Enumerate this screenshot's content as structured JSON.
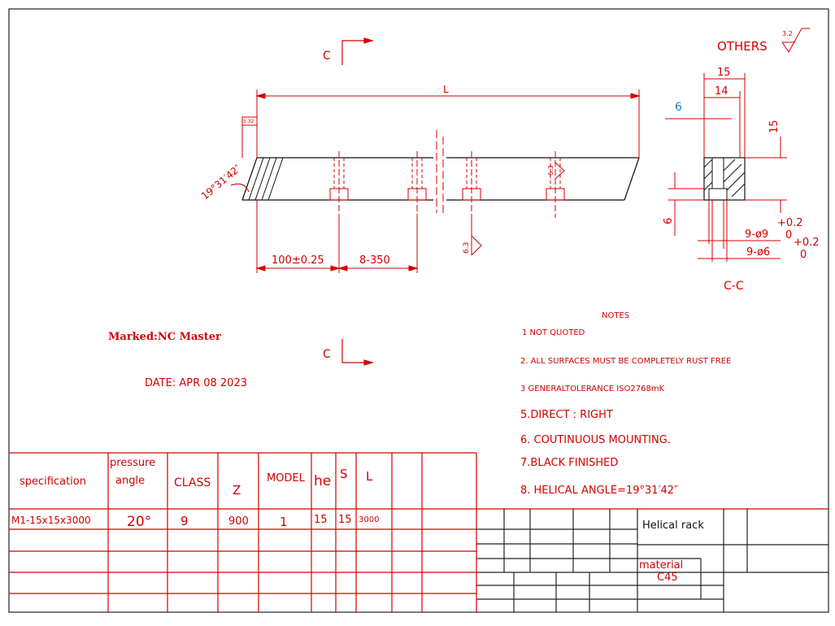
{
  "colors": {
    "red": "#d40000",
    "black": "#111111",
    "blue": "#1f7fbf"
  },
  "section_marks": {
    "top": "C",
    "bottom": "C"
  },
  "finish": {
    "others": "OTHERS",
    "others_roughness": "3.2",
    "face_roughness": "5.32",
    "end_roughness": "6.3",
    "body_roughness": "6.3"
  },
  "angle_label": "19°31′42″",
  "dimensions": {
    "length": "L",
    "pitch_first": "100±0.25",
    "pitch_count": "8-350",
    "sec_width_outer": "15",
    "sec_width_inner": "14",
    "sec_height": "15",
    "sec_offset": "6",
    "sec_offset_blue": "6",
    "hole1": "9-ø9",
    "hole1_tol": "+0.2",
    "hole1_tol_low": "0",
    "hole2": "9-ø6",
    "hole2_tol": "+0.2",
    "hole2_tol_low": "0"
  },
  "section_label": "C-C",
  "marked": "Marked:NC Master",
  "date": "DATE: APR 08 2023",
  "notes": {
    "title": "NOTES",
    "items": [
      "1  NOT QUOTED",
      "2. ALL SURFACES MUST BE COMPLETELY RUST FREE",
      "3  GENERALTOLERANCE ISO2768mK",
      "5.DIRECT : RIGHT",
      "6.  COUTINUOUS MOUNTING.",
      "7.BLACK FINISHED",
      "8. HELICAL ANGLE=19°31′42″"
    ]
  },
  "spec_table": {
    "headers": [
      "specification",
      "pressure",
      "angle",
      "CLASS",
      "Z",
      "MODEL",
      "he",
      "S",
      "L"
    ],
    "row": [
      "M1-15x15x3000",
      "20°",
      "9",
      "900",
      "1",
      "15",
      "15",
      "3000"
    ]
  },
  "title_block": {
    "name": "Helical rack",
    "material_label": "material",
    "material": "C45"
  }
}
